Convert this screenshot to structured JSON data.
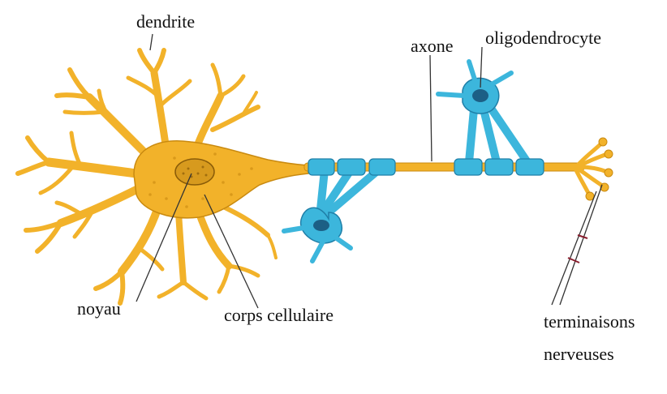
{
  "labels": {
    "dendrite": "dendrite",
    "axone": "axone",
    "oligodendrocyte": "oligodendrocyte",
    "noyau": "noyau",
    "corps_cellulaire": "corps cellulaire",
    "terminaisons_line1": "terminaisons",
    "terminaisons_line2": "nerveuses"
  },
  "colors": {
    "neuron": "#f2b22a",
    "neuron_outline": "#c98a10",
    "myelin": "#3cb6dc",
    "myelin_outline": "#1f7fa8",
    "nucleus": "#d79a1e",
    "leader_line": "#333333",
    "text": "#111111"
  }
}
